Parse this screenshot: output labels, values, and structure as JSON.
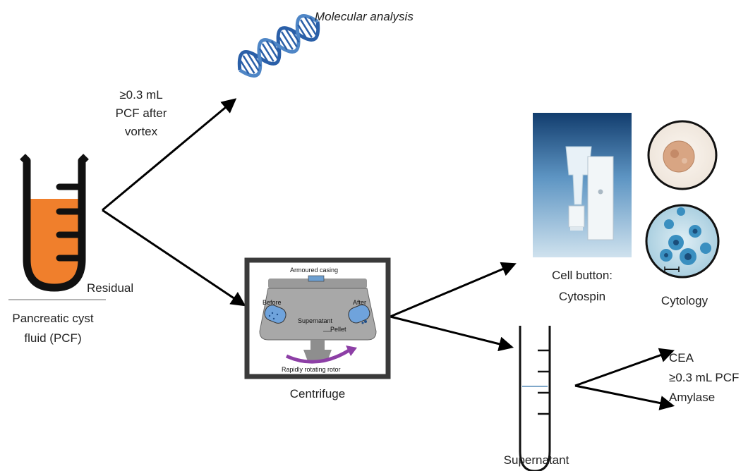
{
  "labels": {
    "molecular": "Molecular analysis",
    "vortex_line1": "≥0.3 mL",
    "vortex_line2": "PCF after",
    "vortex_line3": "vortex",
    "residual": "Residual",
    "pcf_line1": "Pancreatic cyst",
    "pcf_line2": "fluid (PCF)",
    "centrifuge": "Centrifuge",
    "cell_button_line1": "Cell button:",
    "cell_button_line2": "Cytospin",
    "cytology": "Cytology",
    "supernatant": "Supernatant",
    "cea": "CEA",
    "pcf_volume": "≥0.3 mL PCF",
    "amylase": "Amylase"
  },
  "centrifuge_inset": {
    "armoured": "Armoured casing",
    "before": "Before",
    "after": "After",
    "supernatant": "Supernatant",
    "pellet": "Pellet",
    "rotor": "Rapidly rotating rotor"
  },
  "colors": {
    "fluid": "#f07f2c",
    "tube_outline": "#111111",
    "dna": "#2a5fa8",
    "cell_stain": "#3a8fc0"
  },
  "icons": [
    "dna-icon",
    "test-tube-icon",
    "centrifuge-icon",
    "cytospin-icon",
    "cytology-icon"
  ]
}
